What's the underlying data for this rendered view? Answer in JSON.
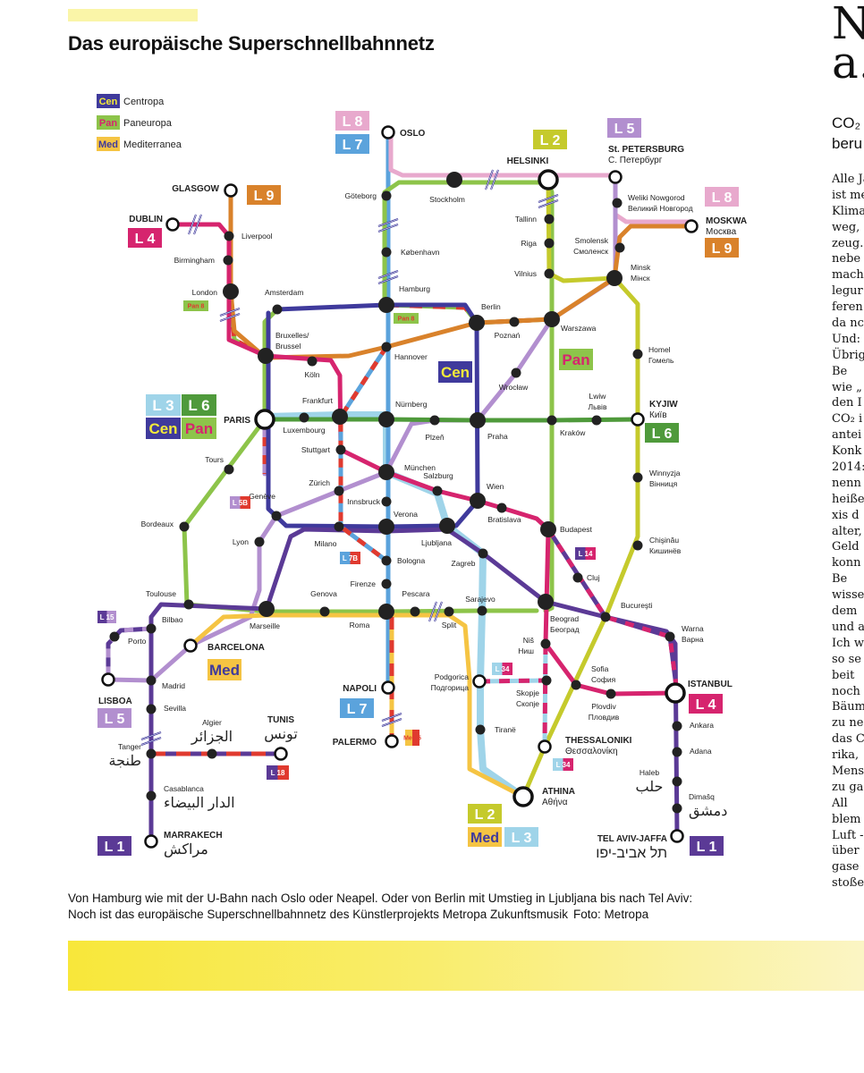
{
  "article": {
    "title": "Das europäische Superschnellbahnnetz",
    "caption_line1": "Von Hamburg wie mit der U-Bahn nach Oslo oder Neapel. Oder von Berlin mit Umstieg in Ljubljana bis nach Tel Aviv:",
    "caption_line2": "Noch ist das europäische Superschnellbahnnetz des Künstlerprojekts Metropa Zukunftsmusik",
    "credit": "Foto: Metropa"
  },
  "side_column": {
    "headline": [
      "N",
      "a."
    ],
    "subhead": [
      "CO₂",
      "beru"
    ],
    "body_lines": [
      "Alle Ja",
      "ist me",
      "Klima",
      "weg, ",
      "zeug.",
      "nebe",
      "mach",
      "legur",
      "feren",
      "da nc",
      "Und: ",
      "Übrig",
      "  Be",
      "wie „",
      "den I",
      "CO₂ i",
      "antei",
      "Konk",
      "2014:",
      "nenn",
      "heiße",
      "xis d",
      "alter,",
      "Geld ",
      "konn",
      "  Be",
      "wisse",
      "dem ",
      "und a",
      "Ich w",
      "so se",
      "beit ",
      "noch",
      "Bäum",
      "zu ne",
      "das C",
      "rika,",
      "Mens",
      "zu ga",
      "  All",
      "blem",
      "Luft -",
      "über ",
      "gase ",
      "stoße"
    ]
  },
  "legend": [
    {
      "code": "Cen",
      "label": "Centropa"
    },
    {
      "code": "Pan",
      "label": "Paneuropa"
    },
    {
      "code": "Med",
      "label": "Mediterranea"
    }
  ],
  "colors": {
    "L1": "#5b3a96",
    "L2": "#c5ca2c",
    "L3": "#9fd4e9",
    "L4": "#d6246e",
    "L5": "#b28fcf",
    "L6": "#4f9a3b",
    "L7": "#5ba3dc",
    "L8": "#e8a9cd",
    "L9": "#d9822b",
    "Cen": "#3f3a9c",
    "Pan": "#8dc44a",
    "Med": "#f5c443",
    "red": "#e03a2f",
    "yellow": "#f3ea3a"
  },
  "badges": {
    "l8_top": "L 8",
    "l7_top": "L 7",
    "l2_top": "L 2",
    "l5_top": "L 5",
    "l8_moskwa": "L 8",
    "l9_moskwa": "L 9",
    "l9_glasgow": "L 9",
    "l4_dublin": "L 4",
    "pan8_london": "Pan 8",
    "pan8_hamburg": "Pan 8",
    "cen_mid": "Cen",
    "pan_mid": "Pan",
    "l3_paris": "L 3",
    "l6_paris": "L 6",
    "cen_paris": "Cen",
    "pan_paris": "Pan",
    "l6_kyjiw": "L 6",
    "l5b": "L 5B",
    "l7b": "L 7B",
    "l14": "L 14",
    "l15": "L 15",
    "l5_lisboa": "L 5",
    "med_barcelona": "Med",
    "l7_napoli": "L 7",
    "med5": "Med 5",
    "l18": "L 18",
    "l1_marrakech": "L 1",
    "l34_podgorica": "L 34",
    "l34_thess": "L 34",
    "l2_athina": "L 2",
    "med_athina": "Med",
    "l3_athina": "L 3",
    "l4_istanbul": "L 4",
    "l1_telaviv": "L 1"
  },
  "stations": {
    "oslo": [
      "OSLO"
    ],
    "goteborg": [
      "Göteborg"
    ],
    "kobenhavn": [
      "København"
    ],
    "hamburg": [
      "Hamburg"
    ],
    "hannover": [
      "Hannover"
    ],
    "nurnberg": [
      "Nürnberg"
    ],
    "munchen": [
      "München"
    ],
    "verona": [
      "Verona"
    ],
    "bologna": [
      "Bologna"
    ],
    "firenze": [
      "Firenze"
    ],
    "roma": [
      "Roma"
    ],
    "napoli": [
      "NAPOLI"
    ],
    "palermo": [
      "PALERMO"
    ],
    "stockholm": [
      "Stockholm"
    ],
    "helsinki": [
      "HELSINKI"
    ],
    "tallinn": [
      "Tallinn"
    ],
    "riga": [
      "Riga"
    ],
    "vilnius": [
      "Vilnius"
    ],
    "stpetersburg": [
      "St. PETERSBURG",
      "С. Петербург"
    ],
    "nowgorod": [
      "Weliki Nowgorod",
      "Великий Новгород"
    ],
    "smolensk": [
      "Smolensk",
      "Смоленск"
    ],
    "minsk": [
      "Minsk",
      "Мінск"
    ],
    "moskwa": [
      "MOSKWA",
      "Москва"
    ],
    "berlin": [
      "Berlin"
    ],
    "poznan": [
      "Poznań"
    ],
    "warszawa": [
      "Warszawa"
    ],
    "homel": [
      "Homel",
      "Гомель"
    ],
    "wroclaw": [
      "Wrocław"
    ],
    "praha": [
      "Praha"
    ],
    "plzen": [
      "Plzeň"
    ],
    "krakow": [
      "Kraków"
    ],
    "lwiw": [
      "Lwiw",
      "Львів"
    ],
    "kyjiw": [
      "KYJIW",
      "Київ"
    ],
    "salzburg": [
      "Salzburg"
    ],
    "wien": [
      "Wien"
    ],
    "bratislava": [
      "Bratislava"
    ],
    "budapest": [
      "Budapest"
    ],
    "ljubljana": [
      "Ljubljana"
    ],
    "zagreb": [
      "Zagreb"
    ],
    "winnyzja": [
      "Winnyzja",
      "Вінниця"
    ],
    "chisinau": [
      "Chişinău",
      "Кишинёв"
    ],
    "cluj": [
      "Cluj"
    ],
    "sarajevo": [
      "Sarajevo"
    ],
    "beograd": [
      "Beograd",
      "Београд"
    ],
    "bucuresti": [
      "Bucureşti"
    ],
    "warna": [
      "Warna",
      "Варна"
    ],
    "split": [
      "Split"
    ],
    "pescara": [
      "Pescara"
    ],
    "genova": [
      "Genova"
    ],
    "marseille": [
      "Marseille"
    ],
    "toulouse": [
      "Toulouse"
    ],
    "bordeaux": [
      "Bordeaux"
    ],
    "tours": [
      "Tours"
    ],
    "lyon": [
      "Lyon"
    ],
    "geneve": [
      "Genève"
    ],
    "zurich": [
      "Zürich"
    ],
    "innsbruck": [
      "Innsbruck"
    ],
    "milano": [
      "Milano"
    ],
    "stuttgart": [
      "Stuttgart"
    ],
    "frankfurt": [
      "Frankfurt"
    ],
    "luxembourg": [
      "Luxembourg"
    ],
    "koln": [
      "Köln"
    ],
    "bruxelles": [
      "Bruxelles/",
      "Brussel"
    ],
    "amsterdam": [
      "Amsterdam"
    ],
    "paris": [
      "PARIS"
    ],
    "london": [
      "London"
    ],
    "birmingham": [
      "Birmingham"
    ],
    "liverpool": [
      "Liverpool"
    ],
    "glasgow": [
      "GLASGOW"
    ],
    "dublin": [
      "DUBLIN"
    ],
    "bilbao": [
      "Bilbao"
    ],
    "porto": [
      "Porto"
    ],
    "lisboa": [
      "LISBOA"
    ],
    "madrid": [
      "Madrid"
    ],
    "sevilla": [
      "Sevilla"
    ],
    "barcelona": [
      "BARCELONA"
    ],
    "tanger": [
      "Tanger",
      "طنجة"
    ],
    "algier": [
      "Algier",
      "الجزائر"
    ],
    "tunis": [
      "TUNIS",
      "تونس"
    ],
    "casablanca": [
      "Casablanca",
      "الدار البيضاء"
    ],
    "marrakech": [
      "MARRAKECH",
      "مراكش"
    ],
    "podgorica": [
      "Podgorica",
      "Подгорица"
    ],
    "nis": [
      "Niš",
      "Ниш"
    ],
    "skopje": [
      "Skopje",
      "Скопје"
    ],
    "tirane": [
      "Tiranë"
    ],
    "thessaloniki": [
      "THESSALONIKI",
      "Θεσσαλονίκη"
    ],
    "athina": [
      "ATHINA",
      "Αθήνα"
    ],
    "sofia": [
      "Sofia",
      "София"
    ],
    "plovdiv": [
      "Plovdiv",
      "Пловдив"
    ],
    "istanbul": [
      "ISTANBUL"
    ],
    "ankara": [
      "Ankara"
    ],
    "adana": [
      "Adana"
    ],
    "haleb": [
      "Haleb",
      "حلب"
    ],
    "dimasq": [
      "Dimašq",
      "دمشق"
    ],
    "telaviv": [
      "TEL AVIV-JAFFA",
      "תל אביב-יפו"
    ]
  }
}
